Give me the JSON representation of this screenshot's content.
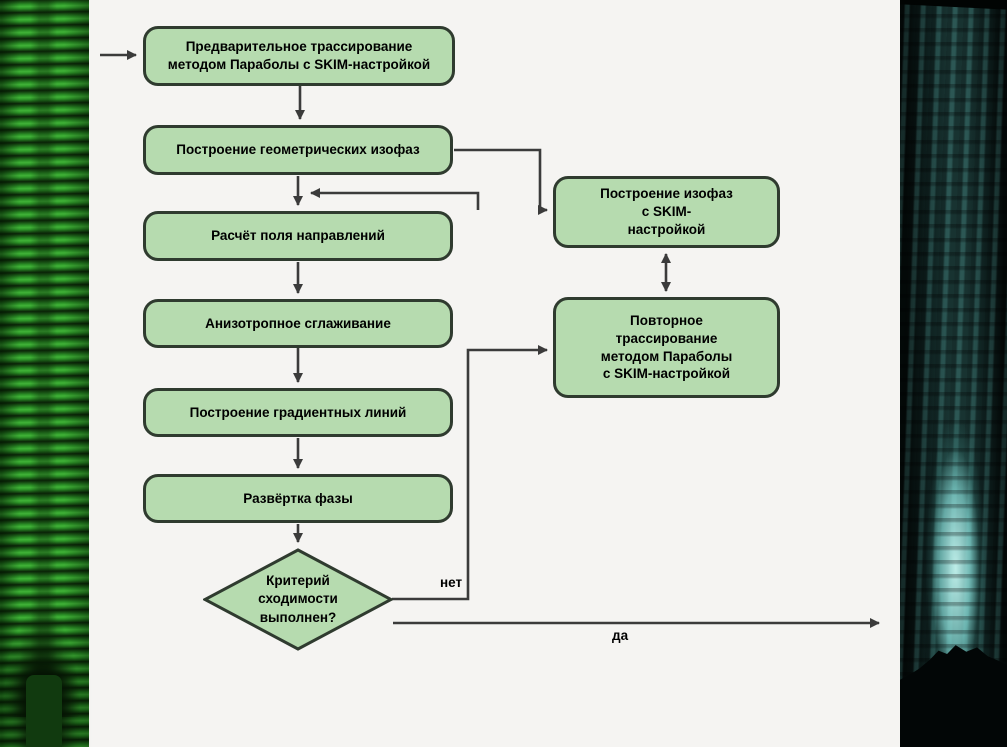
{
  "canvas": {
    "background": "#f5f4f2"
  },
  "flowchart": {
    "colors": {
      "node_fill": "#b6dbaf",
      "node_border": "#2f3b2f",
      "arrow": "#3b3b3b"
    },
    "nodes": [
      {
        "id": "pre-tracing",
        "label": "Предварительное трассирование\nметодом Параболы с SKIM-настройкой"
      },
      {
        "id": "geom-isophases",
        "label": "Построение геометрических изофаз"
      },
      {
        "id": "direction-field",
        "label": "Расчёт поля направлений"
      },
      {
        "id": "aniso-smoothing",
        "label": "Анизотропное сглаживание"
      },
      {
        "id": "gradient-lines",
        "label": "Построение градиентных линий"
      },
      {
        "id": "phase-unwrap",
        "label": "Развёртка фазы"
      },
      {
        "id": "convergence-decision",
        "label": "Критерий\nсходимости\nвыполнен?"
      },
      {
        "id": "isophases-skim",
        "label": "Построение изофаз\nс SKIM-\nнастройкой"
      },
      {
        "id": "repeat-tracing",
        "label": "Повторное\nтрассирование\nметодом Параболы\nс SKIM-настройкой"
      }
    ],
    "edge_labels": {
      "no": "нет",
      "yes": "да"
    }
  },
  "side_images": {
    "left": {
      "name": "green-interferogram-fringes"
    },
    "right": {
      "name": "dark-teal-plume-photo"
    }
  }
}
